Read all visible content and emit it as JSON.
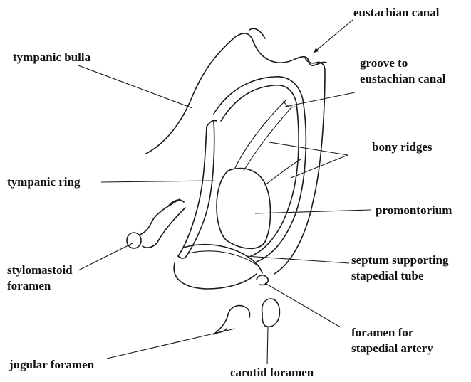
{
  "labels": {
    "eustachian_canal": "eustachian canal",
    "tympanic_bulla": "tympanic bulla",
    "groove_line1": "groove to",
    "groove_line2": "eustachian canal",
    "bony_ridges": "bony ridges",
    "tympanic_ring": "tympanic ring",
    "promontorium": "promontorium",
    "septum_line1": "septum supporting",
    "septum_line2": "stapedial tube",
    "stylomastoid_line1": "stylomastoid",
    "stylomastoid_line2": "foramen",
    "foramen_stapedial_line1": "foramen for",
    "foramen_stapedial_line2": "stapedial artery",
    "jugular_foramen": "jugular foramen",
    "carotid_foramen": "carotid foramen"
  },
  "colors": {
    "ink": "#1a1a1a",
    "background": "#ffffff"
  }
}
